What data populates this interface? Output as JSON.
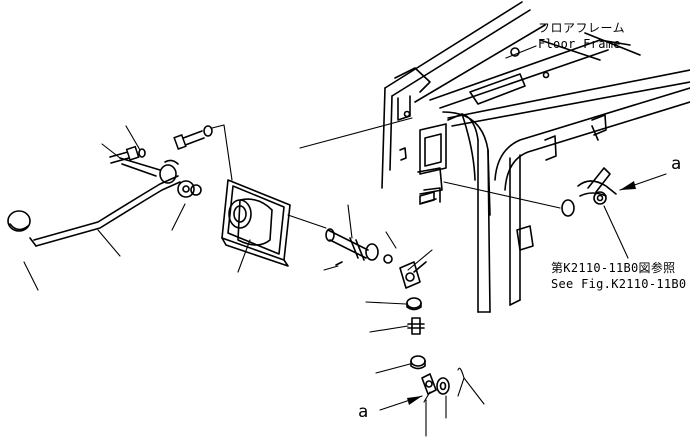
{
  "labels": {
    "floor_frame_jp": "フロアフレーム",
    "floor_frame_en": "Floor Frame",
    "see_fig_jp": "第K2110-11B0図参照",
    "see_fig_en": "See Fig.K2110-11B0",
    "ref_a_upper": "a",
    "ref_a_lower": "a"
  }
}
